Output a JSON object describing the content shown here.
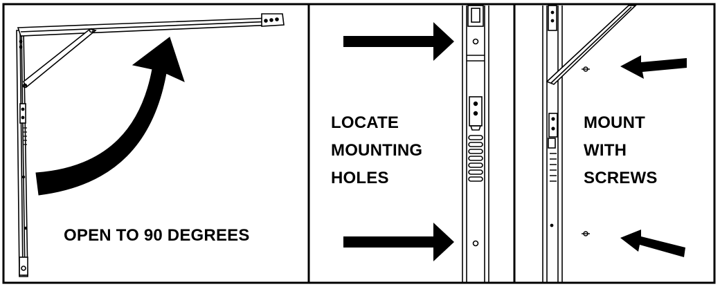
{
  "panels": [
    {
      "id": "open",
      "caption": "OPEN TO 90 DEGREES"
    },
    {
      "id": "locate",
      "caption_lines": [
        "LOCATE",
        "MOUNTING",
        "HOLES"
      ]
    },
    {
      "id": "mount",
      "caption_lines": [
        "MOUNT",
        "WITH",
        "SCREWS"
      ]
    }
  ],
  "colors": {
    "ink": "#000000",
    "background": "#ffffff"
  },
  "icons": [
    "curved-arrow-icon",
    "right-arrow-icon",
    "left-arrow-icon",
    "screw-icon"
  ]
}
